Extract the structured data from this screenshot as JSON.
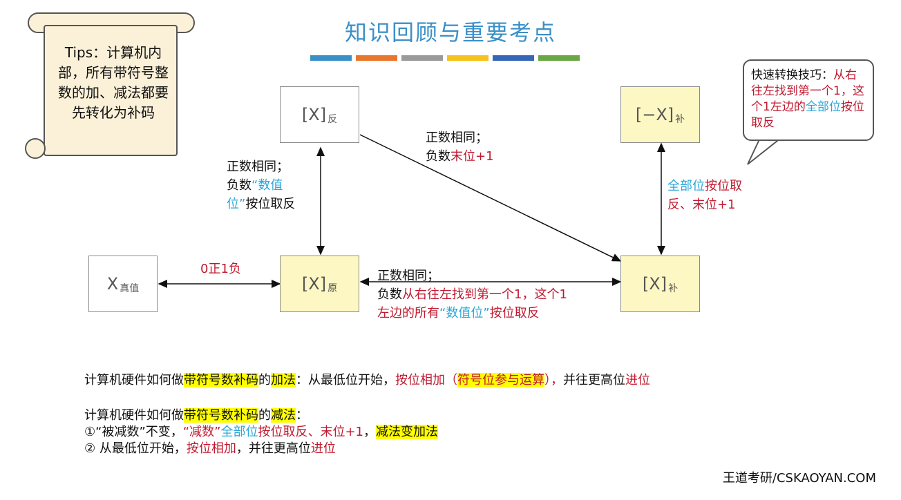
{
  "title": "知识回顾与重要考点",
  "title_bar_colors": [
    "#3a8fc8",
    "#e9762b",
    "#9a9a9a",
    "#f6c21b",
    "#3566b8",
    "#6ba843"
  ],
  "tips": {
    "text": "Tips：计算机内部，所有带符号整数的加、减法都要先转化为补码"
  },
  "boxes": {
    "true_value": {
      "main": "X",
      "sub": "真值"
    },
    "original": {
      "main": "[X]",
      "sub": "原"
    },
    "ones": {
      "main": "[X]",
      "sub": "反"
    },
    "twos": {
      "main": "[X]",
      "sub": "补"
    },
    "neg_twos": {
      "main": "[−X]",
      "sub": "补"
    }
  },
  "labels": {
    "sign_rule": "0正1负",
    "orig_to_ones": {
      "l1": "正数相同；",
      "l2a": "负数",
      "l2b": "“数值",
      "l3a": "位”",
      "l3b": "按位取反"
    },
    "ones_to_twos": {
      "l1": "正数相同；",
      "l2a": "负数",
      "l2b": "末位+1"
    },
    "orig_to_twos": {
      "l1": "正数相同；",
      "l2a": "负数",
      "l2b": "从右往左找到第一个1，这个1",
      "l3a": "左边的所有",
      "l3b": "“数值位”",
      "l3c": "按位取反"
    },
    "twos_to_neg": {
      "l1a": "全部位",
      "l1b": "按位取",
      "l2": "反、末位+1"
    }
  },
  "bubble": {
    "a": "快速转换技巧：",
    "b": "从右往左找到第一个1，这个1左边的",
    "c": "全部位",
    "d": "按位取反"
  },
  "addition": {
    "p1": "计算机硬件如何做",
    "p2": "带符号数补码",
    "p3": "的",
    "p4": "加法",
    "p5": "：从最低位开始，",
    "p6": "按位相加（",
    "p7": "符号位参与运算",
    "p8": "），",
    "p9": "并往更高位",
    "p10": "进位"
  },
  "subtraction": {
    "p1": "计算机硬件如何做",
    "p2": "带符号数补码",
    "p3": "的",
    "p4": "减法",
    "p5": "：",
    "s1a": "①“被减数”不变，",
    "s1b": "“减数”",
    "s1c": "全部位",
    "s1d": "按位取反、末位+1",
    "s1e": "，",
    "s1f": "减法变加法",
    "s2a": "② 从最低位开始，",
    "s2b": "按位相加",
    "s2c": "，并往更高位",
    "s2d": "进位"
  },
  "footer": "王道考研/CSKAOYAN.COM"
}
